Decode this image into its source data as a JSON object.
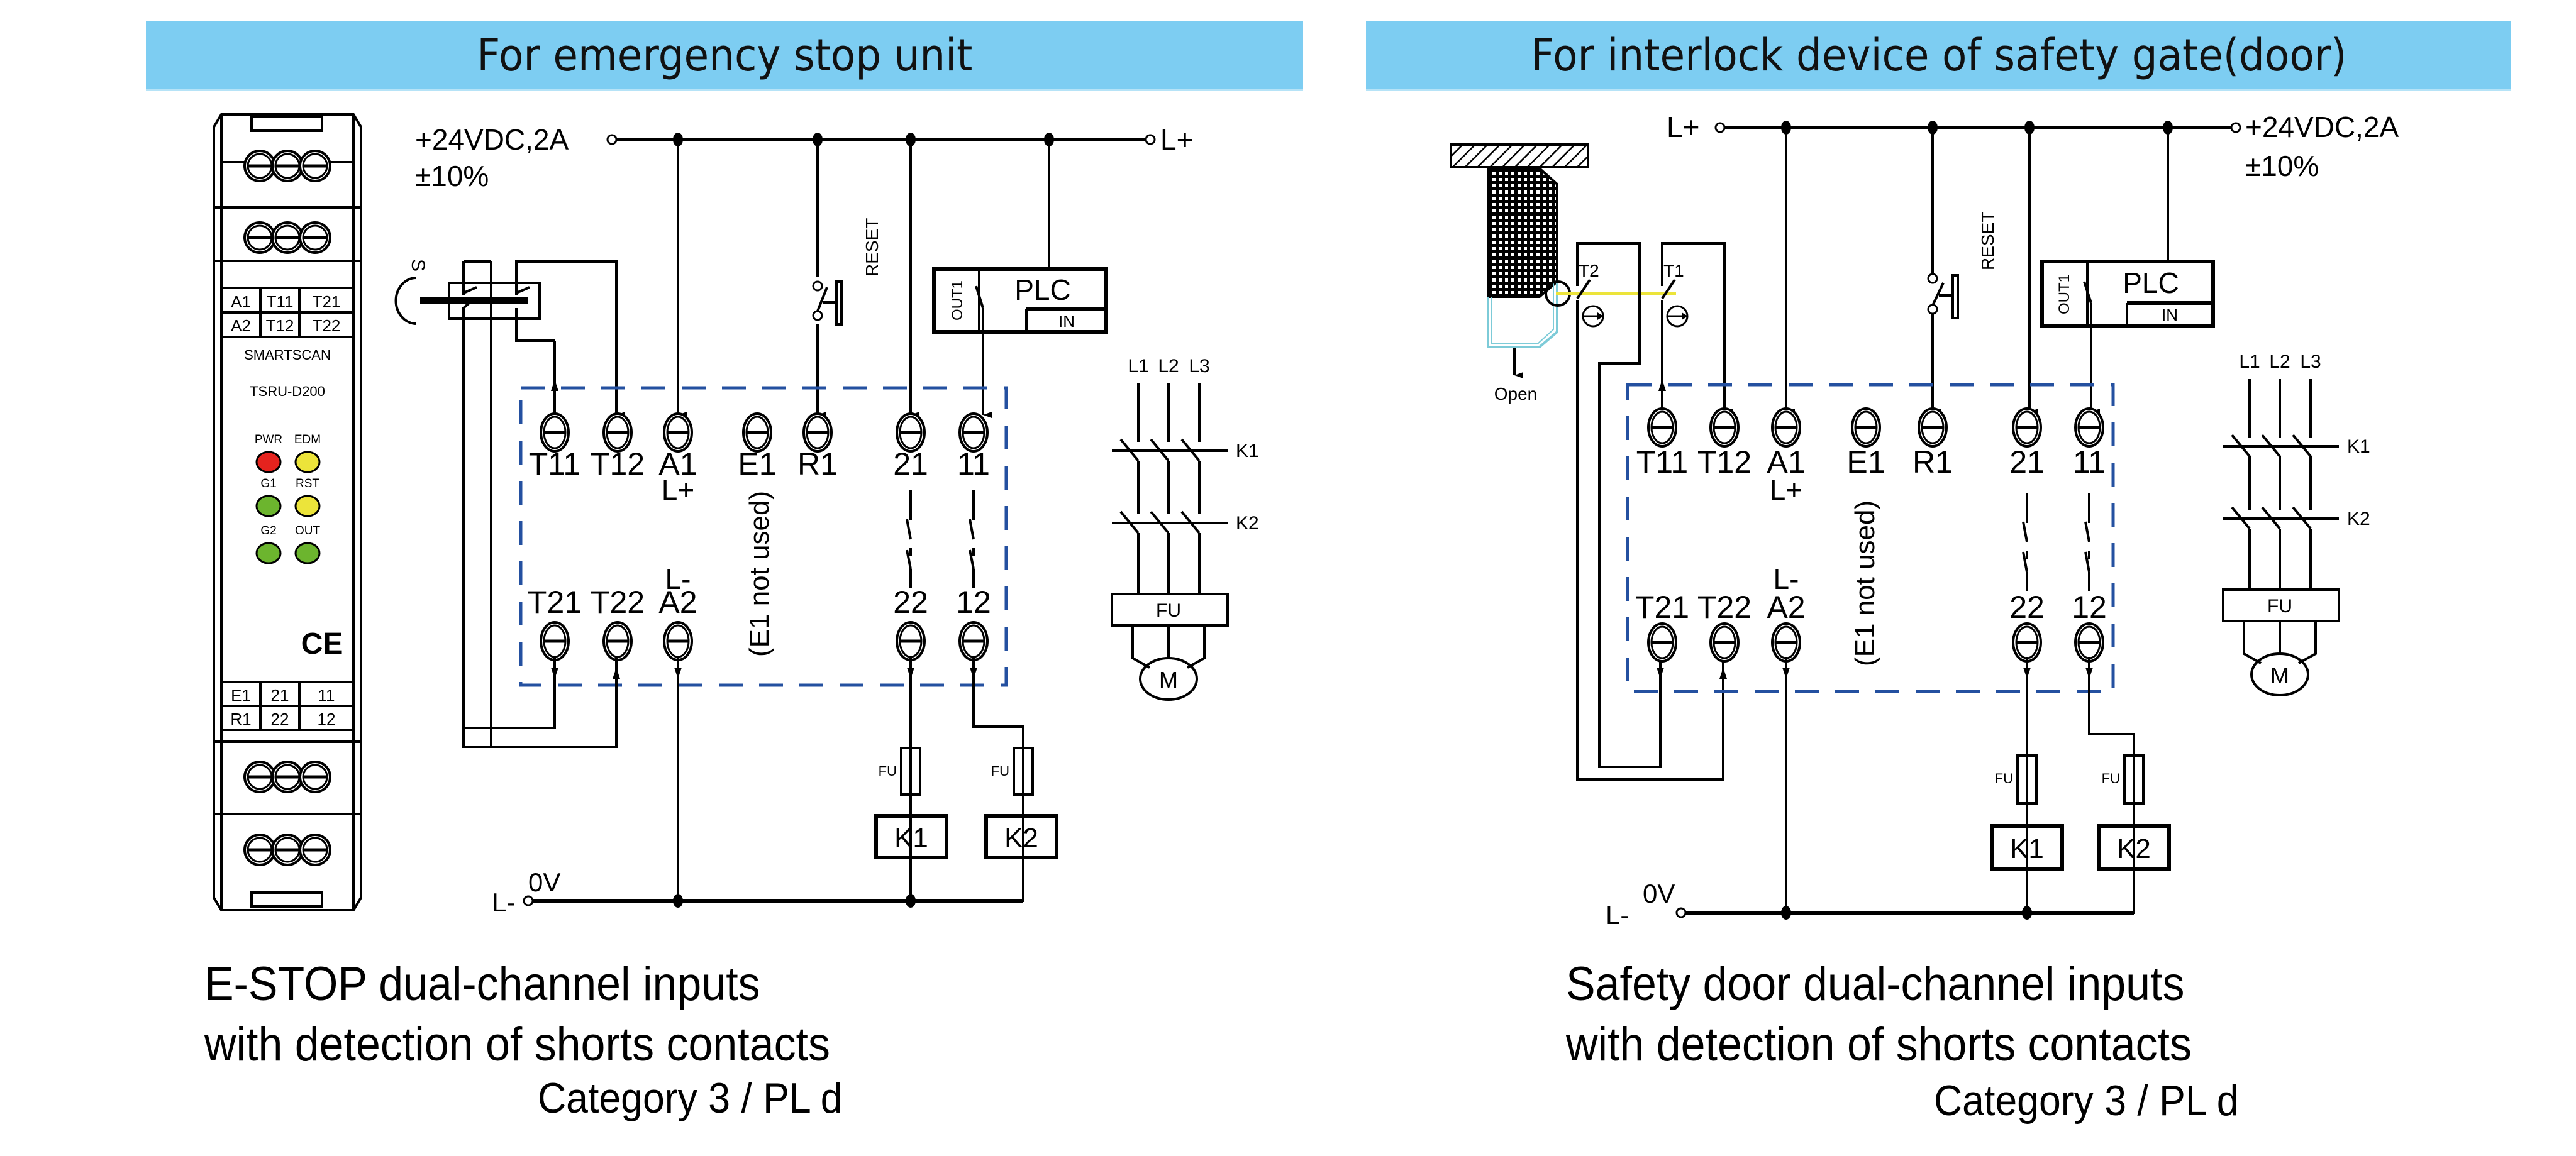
{
  "colors": {
    "header_bg": "#7dcdf2",
    "enclosure_dash": "#2450a0",
    "led_red": "#e5231e",
    "led_yellow": "#ece43a",
    "led_green": "#6cb52e",
    "actuator_line": "#ece43a",
    "door_outline": "#7dcbd8"
  },
  "device": {
    "brand": "SMARTSCAN",
    "model": "TSRU-D200",
    "top_terminals": [
      [
        "A1",
        "T11",
        "T21"
      ],
      [
        "A2",
        "T12",
        "T22"
      ]
    ],
    "bottom_terminals": [
      [
        "E1",
        "21",
        "11"
      ],
      [
        "R1",
        "22",
        "12"
      ]
    ],
    "leds": [
      {
        "label": "PWR",
        "color": "red"
      },
      {
        "label": "EDM",
        "color": "yellow"
      },
      {
        "label": "G1",
        "color": "green"
      },
      {
        "label": "RST",
        "color": "yellow"
      },
      {
        "label": "G2",
        "color": "green"
      },
      {
        "label": "OUT",
        "color": "green"
      }
    ],
    "ce_mark": "CE"
  },
  "left": {
    "header": "For emergency stop unit",
    "supply": "+24VDC,2A",
    "tolerance": "±10%",
    "lplus": "L+",
    "lminus": "L-",
    "zero_v": "0V",
    "estop_label": "S",
    "reset_label": "RESET",
    "plc": {
      "title": "PLC",
      "out": "OUT1",
      "in": "IN"
    },
    "terminals_top": [
      "T11",
      "T12",
      "A1",
      "E1",
      "R1",
      "21",
      "11"
    ],
    "terminals_bottom": [
      "T21",
      "T22",
      "A2",
      "22",
      "12"
    ],
    "a1_sub": "L+",
    "a2_sup": "L-",
    "e1_note": "(E1 not used)",
    "fuse": "FU",
    "contactors": [
      "K1",
      "K2"
    ],
    "phases": [
      "L1",
      "L2",
      "L3"
    ],
    "motor_fuse": "FU",
    "motor": "M",
    "caption_line1": "E-STOP dual-channel inputs",
    "caption_line2": "with detection of shorts contacts",
    "category": "Category 3 / PL d"
  },
  "right": {
    "header": "For interlock device of safety gate(door)",
    "supply": "+24VDC,2A",
    "tolerance": "±10%",
    "lplus": "L+",
    "lminus": "L-",
    "zero_v": "0V",
    "switch_labels": [
      "T2",
      "T1"
    ],
    "open_label": "Open",
    "reset_label": "RESET",
    "plc": {
      "title": "PLC",
      "out": "OUT1",
      "in": "IN"
    },
    "terminals_top": [
      "T11",
      "T12",
      "A1",
      "E1",
      "R1",
      "21",
      "11"
    ],
    "terminals_bottom": [
      "T21",
      "T22",
      "A2",
      "22",
      "12"
    ],
    "a1_sub": "L+",
    "a2_sup": "L-",
    "e1_note": "(E1 not used)",
    "fuse": "FU",
    "contactors": [
      "K1",
      "K2"
    ],
    "phases": [
      "L1",
      "L2",
      "L3"
    ],
    "motor_fuse": "FU",
    "motor": "M",
    "caption_line1": "Safety door dual-channel inputs",
    "caption_line2": "with detection of shorts contacts",
    "category": "Category 3 / PL d"
  }
}
